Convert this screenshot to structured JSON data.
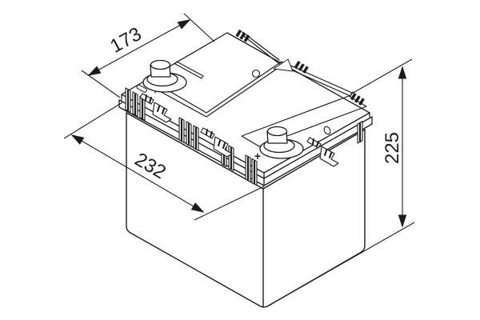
{
  "drawing": {
    "subject": "car-battery-isometric-technical-drawing",
    "background_color": "#ffffff",
    "line_color": "#1c1c1c"
  },
  "dimensions": {
    "width_label": "173",
    "length_label": "232",
    "height_label": "225"
  },
  "marks": {
    "positive_terminal": "+"
  }
}
